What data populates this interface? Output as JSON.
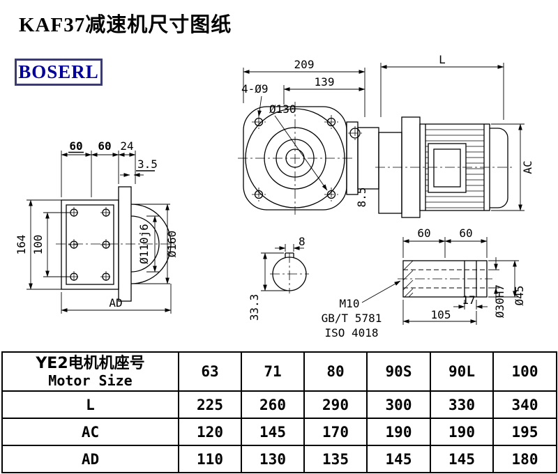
{
  "page": {
    "title": "KAF37减速机尺寸图纸",
    "logo": "BOSERL"
  },
  "dims": {
    "top_209": "209",
    "top_139": "139",
    "top_L": "L",
    "holes": "4-Ø9",
    "flange": "Ø130",
    "gap": "8.5",
    "right_AC": "AC",
    "left_60a": "60",
    "left_60b": "60",
    "left_24": "24",
    "left_35": "3.5",
    "left_164": "164",
    "left_100": "100",
    "left_AD": "AD",
    "left_o110": "Ø110j6",
    "left_o160": "Ø160",
    "end_8": "8",
    "end_333": "33.3",
    "m10": "M10",
    "gbt": "GB/T 5781",
    "iso": "ISO 4018",
    "s_60a": "60",
    "s_60b": "60",
    "s_17": "17",
    "s_105": "105",
    "s_o30": "Ø30H7",
    "s_o45": "Ø45"
  },
  "table": {
    "motor_cn": "YE2电机机座号",
    "motor_en": "Motor Size",
    "sizes": [
      "63",
      "71",
      "80",
      "90S",
      "90L",
      "100"
    ],
    "rows": [
      {
        "label": "L",
        "values": [
          "225",
          "260",
          "290",
          "300",
          "330",
          "340"
        ]
      },
      {
        "label": "AC",
        "values": [
          "120",
          "145",
          "170",
          "190",
          "190",
          "195"
        ]
      },
      {
        "label": "AD",
        "values": [
          "110",
          "130",
          "135",
          "145",
          "145",
          "180"
        ]
      }
    ]
  }
}
